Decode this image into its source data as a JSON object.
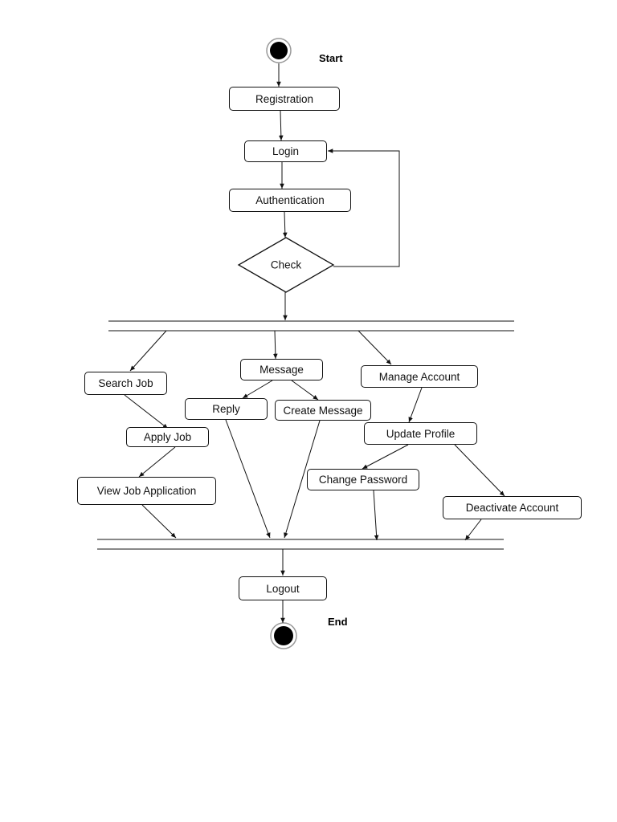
{
  "labels": {
    "start": "Start",
    "end": "End"
  },
  "nodes": {
    "registration": "Registration",
    "login": "Login",
    "authentication": "Authentication",
    "check": "Check",
    "search_job": "Search Job",
    "message": "Message",
    "manage_account": "Manage Account",
    "reply": "Reply",
    "create_message": "Create Message",
    "apply_job": "Apply Job",
    "update_profile": "Update Profile",
    "view_job_application": "View Job Application",
    "change_password": "Change Password",
    "deactivate_account": "Deactivate Account",
    "logout": "Logout"
  },
  "colors": {
    "line": "#111111",
    "background": "#ffffff"
  }
}
